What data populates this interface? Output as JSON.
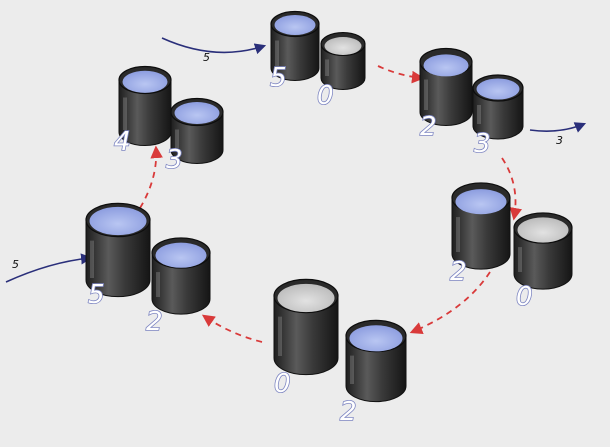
{
  "colors": {
    "background": "#ececec",
    "water": "#98a8e8",
    "cup_body": "#3a3a3a",
    "empty_inner": "#cfcfcf",
    "transition_arrow": "#d93a3a",
    "flow_arrow": "#2a2f7a"
  },
  "states": [
    {
      "a": "5",
      "b": "0",
      "a_level": 1.0,
      "b_level": 0.0
    },
    {
      "a": "2",
      "b": "3",
      "a_level": 0.4,
      "b_level": 1.0
    },
    {
      "a": "2",
      "b": "0",
      "a_level": 0.4,
      "b_level": 0.0
    },
    {
      "a": "0",
      "b": "2",
      "a_level": 0.0,
      "b_level": 0.67
    },
    {
      "a": "5",
      "b": "2",
      "a_level": 1.0,
      "b_level": 0.67
    },
    {
      "a": "4",
      "b": "3",
      "a_level": 0.8,
      "b_level": 1.0
    }
  ],
  "flows": {
    "fill_top": "5",
    "pour_out_right": "3",
    "fill_left": "5"
  }
}
